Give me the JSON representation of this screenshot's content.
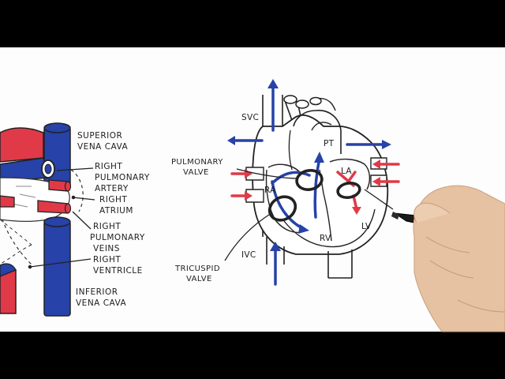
{
  "colors": {
    "letterbox": "#000000",
    "paper": "#fdfdfd",
    "vessel_blue": "#2742a8",
    "vessel_red": "#e03a48",
    "ink": "#1e1e1e",
    "skin": "#e7c2a2",
    "pen_body": "#1a1a1a"
  },
  "left_diagram": {
    "superior_vena_cava": [
      "SUPERIOR",
      "VENA CAVA"
    ],
    "right_pulmonary_artery": [
      "RIGHT",
      "PULMONARY",
      "ARTERY"
    ],
    "right_atrium": [
      "RIGHT",
      "ATRIUM"
    ],
    "right_pulmonary_veins": [
      "RIGHT",
      "PULMONARY",
      "VEINS"
    ],
    "right_ventricle": [
      "RIGHT",
      "VENTRICLE"
    ],
    "inferior_vena_cava": [
      "INFERIOR",
      "VENA CAVA"
    ]
  },
  "right_diagram": {
    "svc": "SVC",
    "pt": "PT",
    "la": "LA",
    "ra": "RA",
    "rv": "RV",
    "lv": "LV",
    "ivc": "IVC",
    "pulmonary_valve": [
      "PULMONARY",
      "VALVE"
    ],
    "tricuspid_valve": [
      "TRICUSPID",
      "VALVE"
    ]
  }
}
